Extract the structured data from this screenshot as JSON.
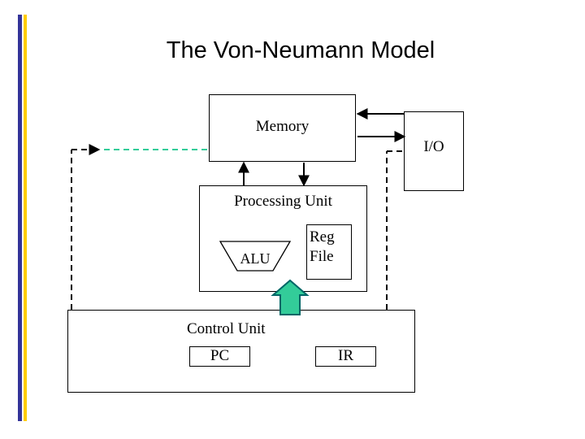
{
  "slide": {
    "title": "The Von-Neumann Model",
    "background_color": "#ffffff",
    "accent_bar_colors": [
      "#333399",
      "#ffcc00"
    ]
  },
  "diagram": {
    "type": "block-diagram",
    "blocks": [
      {
        "id": "memory",
        "label": "Memory"
      },
      {
        "id": "io",
        "label": "I/O"
      },
      {
        "id": "processing_unit",
        "label": "Processing Unit"
      },
      {
        "id": "alu",
        "label": "ALU"
      },
      {
        "id": "reg_file",
        "label": "Reg\nFile"
      },
      {
        "id": "reg_file_line1",
        "label": "Reg"
      },
      {
        "id": "reg_file_line2",
        "label": "File"
      },
      {
        "id": "control_unit",
        "label": "Control Unit"
      },
      {
        "id": "pc",
        "label": "PC"
      },
      {
        "id": "ir",
        "label": "IR"
      }
    ],
    "connector_colors": {
      "solid_arrow": "#000000",
      "dashed_line": "#000000",
      "teal_dashed": "#33cc99",
      "green_arrow_fill": "#33cc99",
      "green_arrow_stroke": "#006666"
    },
    "connectors": [
      {
        "from": "memory",
        "to": "io",
        "style": "solid-double-arrow"
      },
      {
        "from": "memory",
        "to": "processing_unit",
        "style": "solid-double-arrow"
      },
      {
        "from": "control_unit",
        "to": "memory",
        "style": "dashed"
      },
      {
        "from": "control_unit",
        "to": "io",
        "style": "dashed"
      },
      {
        "from": "control_unit",
        "to": "alu",
        "style": "green-block-arrow"
      }
    ]
  }
}
